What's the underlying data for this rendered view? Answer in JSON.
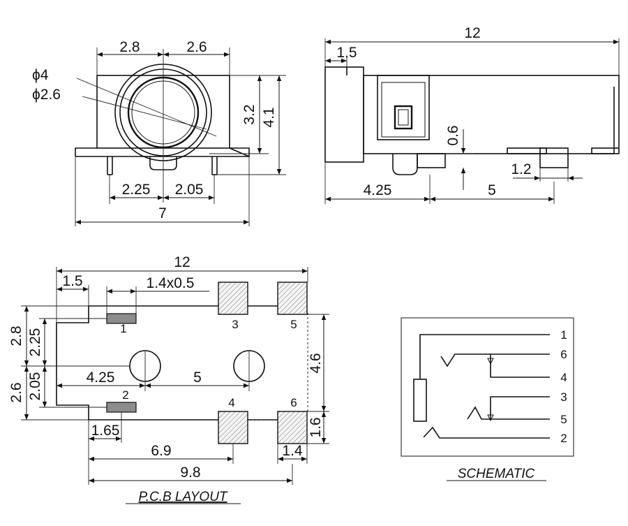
{
  "front_view": {
    "top_left": "2.8",
    "top_right": "2.6",
    "dia_outer": "ϕ4",
    "dia_inner": "ϕ2.6",
    "height_inner": "3.2",
    "height_outer": "4.1",
    "bottom_left": "2.25",
    "bottom_right": "2.05",
    "width": "7"
  },
  "side_view": {
    "length": "12",
    "front": "1.5",
    "gap": "0.6",
    "pin_width": "1.2",
    "offset": "4.25",
    "pitch": "5"
  },
  "pcb_layout": {
    "length": "12",
    "front": "1.5",
    "slot": "1.4x0.5",
    "left_upper_outer": "2.8",
    "left_upper_inner": "2.25",
    "left_lower_outer": "2.6",
    "left_lower_inner": "2.05",
    "hole_offset": "4.25",
    "hole_pitch": "5",
    "pad_spacing": "4.6",
    "pad_height": "1.6",
    "pad_width": "1.4",
    "pin_offset": "1.65",
    "span_a": "6.9",
    "span_b": "9.8",
    "pins": [
      "1",
      "2",
      "3",
      "4",
      "5",
      "6"
    ],
    "title": "P.C.B LAYOUT"
  },
  "schematic": {
    "pins": [
      "1",
      "6",
      "4",
      "3",
      "5",
      "2"
    ],
    "title": "SCHEMATIC"
  }
}
